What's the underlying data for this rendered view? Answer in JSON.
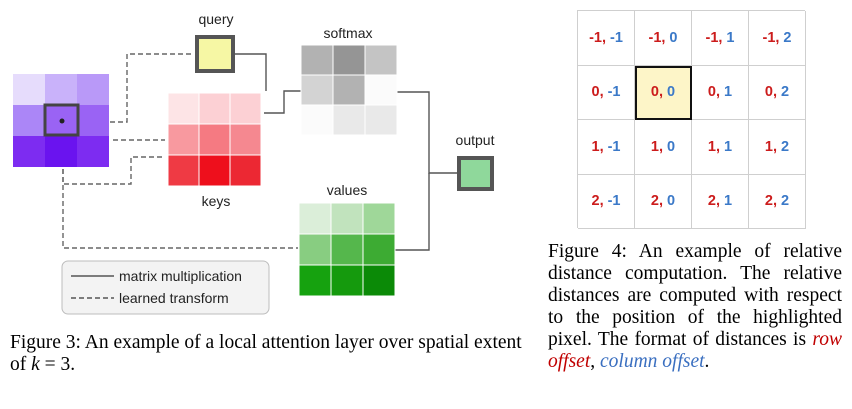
{
  "figure3": {
    "labels": {
      "query": "query",
      "softmax": "softmax",
      "output": "output",
      "values": "values",
      "keys": "keys"
    },
    "legend": {
      "solid": "matrix multiplication",
      "dashed": "learned transform"
    },
    "colors": {
      "input": [
        "#e6dcfc",
        "#c9b2fa",
        "#b999f8",
        "#ab86f7",
        "#9a63f4",
        "#9a63f4",
        "#7d2cf1",
        "#6a13ef",
        "#7d2cf1"
      ],
      "keys": [
        "#fde4e6",
        "#fcd0d4",
        "#fcd0d4",
        "#f8999f",
        "#f57a82",
        "#f58890",
        "#ef3a44",
        "#ee0f1c",
        "#ec2833"
      ],
      "softmax": [
        "#b2b2b2",
        "#959595",
        "#c4c4c4",
        "#d3d3d3",
        "#b2b2b2",
        "#fbfbfb",
        "#fbfbfb",
        "#e9e9e9",
        "#e9e9e9"
      ],
      "values": [
        "#dbeed9",
        "#c1e3bd",
        "#9fd799",
        "#88cd81",
        "#55b74c",
        "#3dab33",
        "#16a20f",
        "#159a0d",
        "#0b8a07"
      ],
      "query": "#f6f7a4",
      "output": "#8fd89b"
    }
  },
  "caption3": {
    "prefix": "Figure 3: An example of a local attention layer over spatial extent of ",
    "var": "k",
    "suffix": " = 3."
  },
  "figure4": {
    "rows": [
      [
        {
          "r": "-1,",
          "c": "-1"
        },
        {
          "r": "-1,",
          "c": "0"
        },
        {
          "r": "-1,",
          "c": "1"
        },
        {
          "r": "-1,",
          "c": "2"
        }
      ],
      [
        {
          "r": "0,",
          "c": "-1"
        },
        {
          "r": "0,",
          "c": "0"
        },
        {
          "r": "0,",
          "c": "1"
        },
        {
          "r": "0,",
          "c": "2"
        }
      ],
      [
        {
          "r": "1,",
          "c": "-1"
        },
        {
          "r": "1,",
          "c": "0"
        },
        {
          "r": "1,",
          "c": "1"
        },
        {
          "r": "1,",
          "c": "2"
        }
      ],
      [
        {
          "r": "2,",
          "c": "-1"
        },
        {
          "r": "2,",
          "c": "0"
        },
        {
          "r": "2,",
          "c": "1"
        },
        {
          "r": "2,",
          "c": "2"
        }
      ]
    ],
    "highlighted": {
      "row": 1,
      "col": 1
    }
  },
  "caption4": {
    "text": "Figure 4: An example of relative distance computation. The rela­tive distances are computed with respect to the position of the high­lighted pixel. The format of dis­tances is ",
    "row_offset": "row offset",
    "comma": ", ",
    "column_offset": "column offset",
    "end": "."
  }
}
